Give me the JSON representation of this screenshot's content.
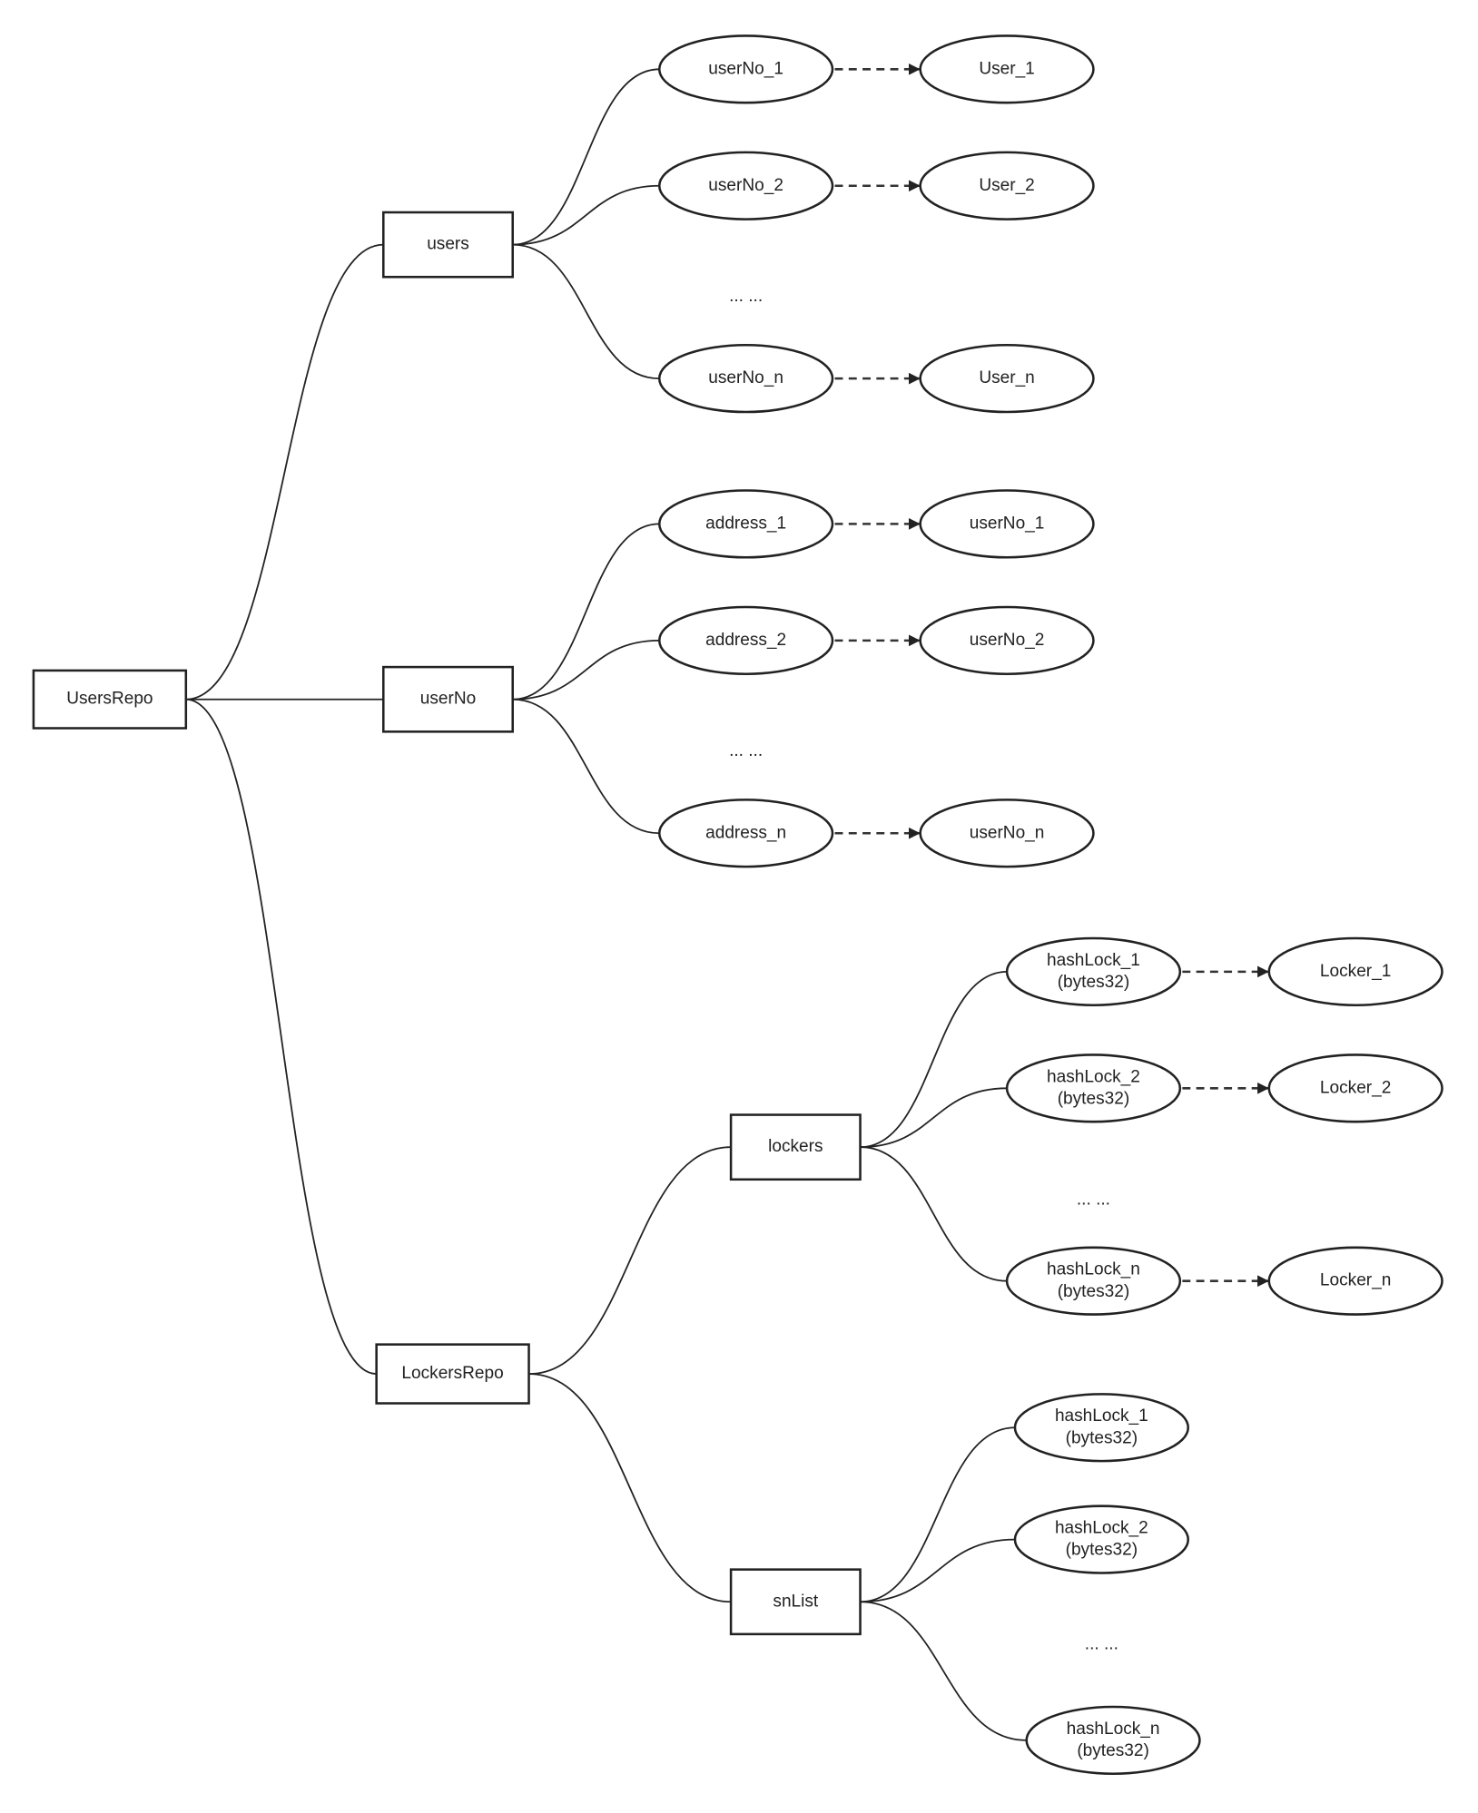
{
  "nodes": {
    "usersRepo": "UsersRepo",
    "users": "users",
    "userNo": "userNo",
    "lockersRepo": "LockersRepo",
    "lockers": "lockers",
    "snList": "snList"
  },
  "ellipsis": "... ...",
  "users_map": [
    {
      "key": [
        "userNo_1"
      ],
      "value": [
        "User_1"
      ]
    },
    {
      "key": [
        "userNo_2"
      ],
      "value": [
        "User_2"
      ]
    },
    {
      "key": [
        "userNo_n"
      ],
      "value": [
        "User_n"
      ]
    }
  ],
  "userNo_map": [
    {
      "key": [
        "address_1"
      ],
      "value": [
        "userNo_1"
      ]
    },
    {
      "key": [
        "address_2"
      ],
      "value": [
        "userNo_2"
      ]
    },
    {
      "key": [
        "address_n"
      ],
      "value": [
        "userNo_n"
      ]
    }
  ],
  "lockers_map": [
    {
      "key": [
        "hashLock_1",
        "(bytes32)"
      ],
      "value": [
        "Locker_1"
      ]
    },
    {
      "key": [
        "hashLock_2",
        "(bytes32)"
      ],
      "value": [
        "Locker_2"
      ]
    },
    {
      "key": [
        "hashLock_n",
        "(bytes32)"
      ],
      "value": [
        "Locker_n"
      ]
    }
  ],
  "snList_items": [
    [
      "hashLock_1",
      "(bytes32)"
    ],
    [
      "hashLock_2",
      "(bytes32)"
    ],
    [
      "hashLock_n",
      "(bytes32)"
    ]
  ]
}
